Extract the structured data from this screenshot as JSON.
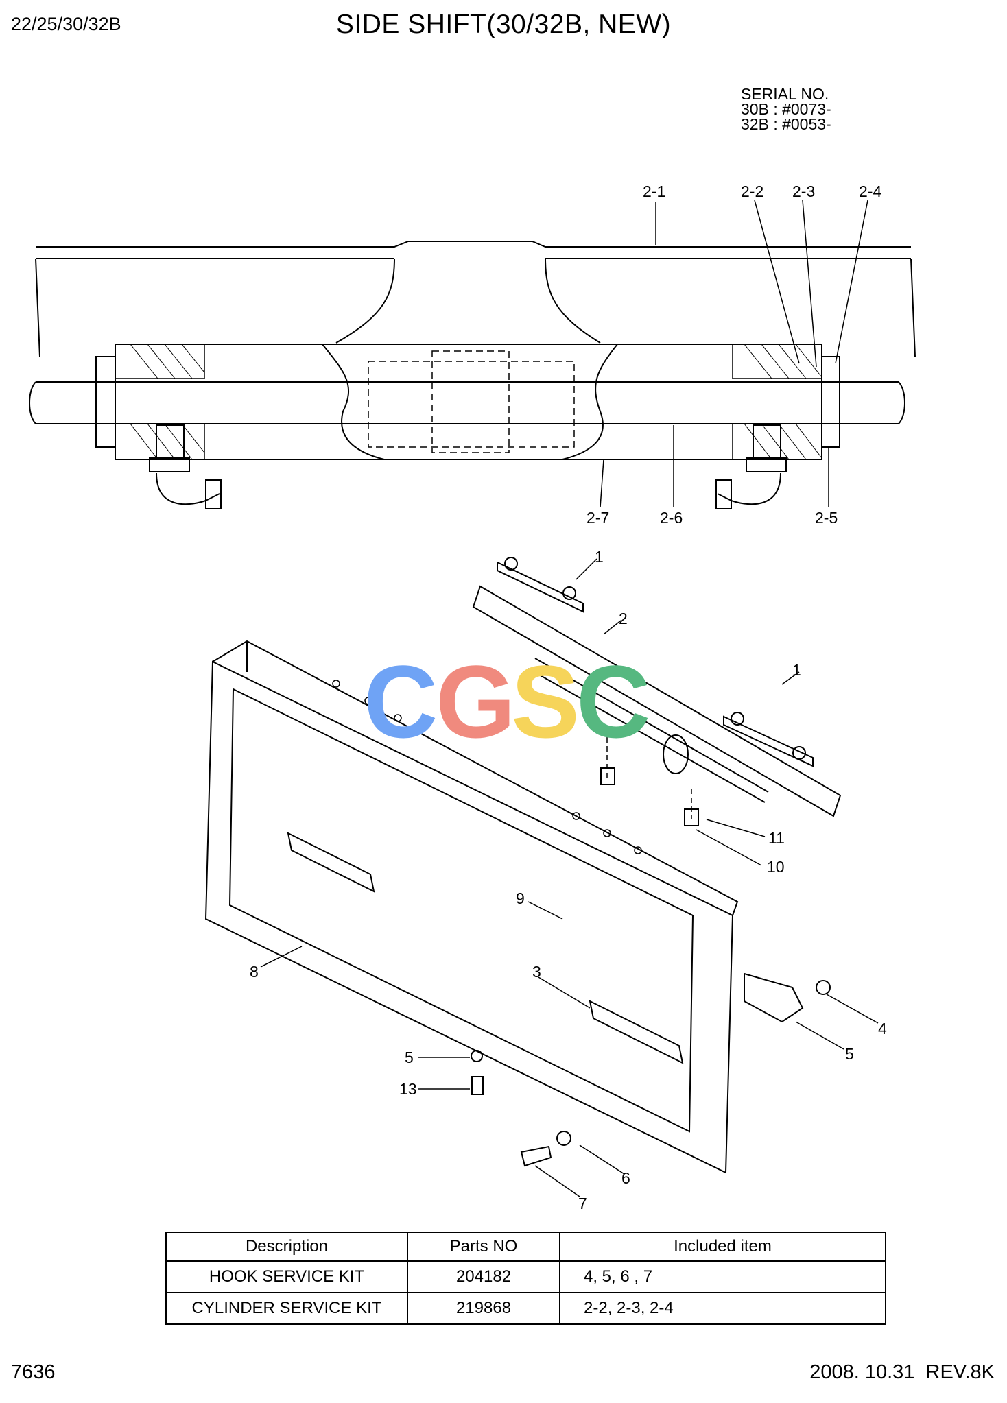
{
  "header": {
    "model_codes": "22/25/30/32B",
    "title": "SIDE SHIFT(30/32B, NEW)"
  },
  "serial": {
    "heading": "SERIAL NO.",
    "lines": [
      "30B : #0073-",
      "32B : #0053-"
    ]
  },
  "cylinder_callouts": [
    "2-1",
    "2-2",
    "2-3",
    "2-4",
    "2-5",
    "2-6",
    "2-7"
  ],
  "assembly_callouts": [
    "1",
    "2",
    "1",
    "11",
    "10",
    "9",
    "8",
    "3",
    "4",
    "5",
    "5",
    "13",
    "6",
    "7"
  ],
  "watermark": {
    "letters": [
      "C",
      "G",
      "S",
      "C"
    ],
    "colors": [
      "#6fa3f5",
      "#f08a7e",
      "#f6d45a",
      "#56b880"
    ]
  },
  "table": {
    "headers": [
      "Description",
      "Parts NO",
      "Included item"
    ],
    "rows": [
      [
        "HOOK SERVICE KIT",
        "204182",
        "4, 5, 6 , 7"
      ],
      [
        "CYLINDER SERVICE KIT",
        "219868",
        "2-2, 2-3, 2-4"
      ]
    ]
  },
  "footer": {
    "page_number": "7636",
    "date_rev": "2008. 10.31  REV.8K"
  }
}
